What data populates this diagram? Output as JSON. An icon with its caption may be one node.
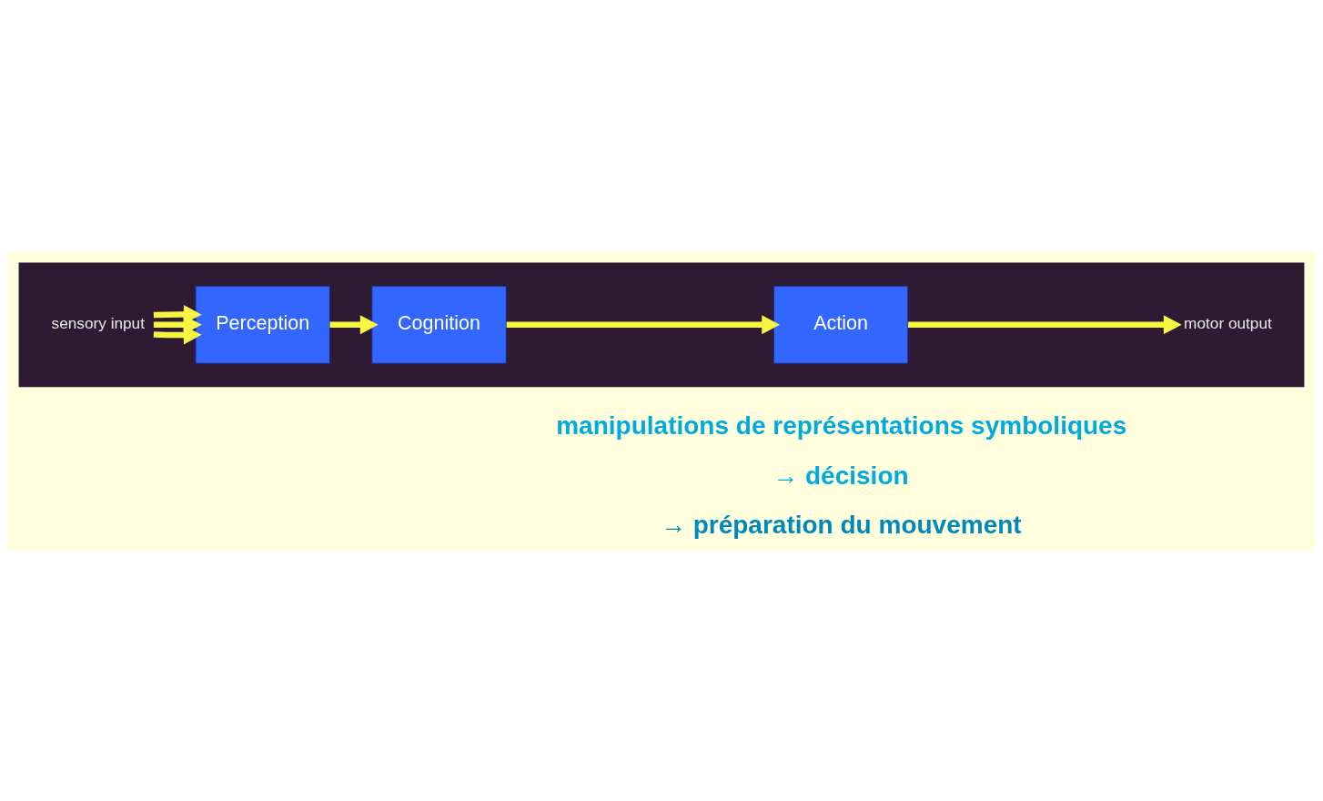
{
  "diagram": {
    "nodes": [
      {
        "text": [],
        "shape": "bar"
      },
      {
        "text": [
          "sensory input"
        ],
        "in": 0
      },
      {
        "text": [
          "Perception"
        ],
        "in": 0
      },
      {
        "text": [
          "Cognition"
        ],
        "in": 0
      },
      {
        "text": [
          "Action"
        ],
        "in": 0
      },
      {
        "text": [
          "motor output"
        ],
        "in": 0
      }
    ],
    "edges": [
      {
        "from": 1,
        "to": 2,
        "arrow": "to"
      },
      {
        "from": 1,
        "to": 2,
        "arrow": "to"
      },
      {
        "from": 1,
        "to": 2,
        "arrow": "to"
      },
      {
        "from": 2,
        "to": 3,
        "arrow": "to"
      },
      {
        "from": 3,
        "to": 4,
        "arrow": "to"
      },
      {
        "from": 4,
        "to": 5,
        "arrow": "to"
      }
    ],
    "labels": [
      "manipulations de représentations symboliques",
      "→ décision",
      "→ préparation du mouvement"
    ]
  }
}
